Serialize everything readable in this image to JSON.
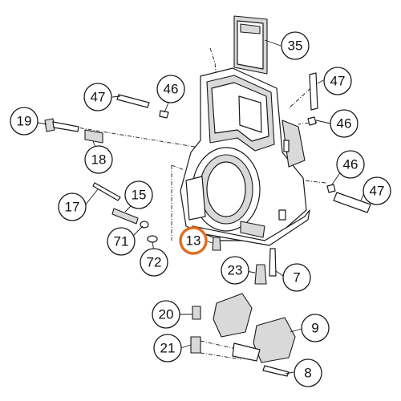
{
  "colors": {
    "line": "#1a1a1a",
    "highlight": "#e36b1e",
    "shade": "#d9d9d9"
  },
  "callouts": [
    {
      "id": "c35",
      "label": "35"
    },
    {
      "id": "c47a",
      "label": "47"
    },
    {
      "id": "c46a",
      "label": "46"
    },
    {
      "id": "c47b",
      "label": "47"
    },
    {
      "id": "c46b",
      "label": "46"
    },
    {
      "id": "c19",
      "label": "19"
    },
    {
      "id": "c18",
      "label": "18"
    },
    {
      "id": "c46c",
      "label": "46"
    },
    {
      "id": "c47c",
      "label": "47"
    },
    {
      "id": "c17",
      "label": "17"
    },
    {
      "id": "c15",
      "label": "15"
    },
    {
      "id": "c71",
      "label": "71"
    },
    {
      "id": "c72",
      "label": "72"
    },
    {
      "id": "c13",
      "label": "13",
      "highlighted": true
    },
    {
      "id": "c23",
      "label": "23"
    },
    {
      "id": "c7",
      "label": "7"
    },
    {
      "id": "c20",
      "label": "20"
    },
    {
      "id": "c9",
      "label": "9"
    },
    {
      "id": "c21",
      "label": "21"
    },
    {
      "id": "c8",
      "label": "8"
    }
  ]
}
